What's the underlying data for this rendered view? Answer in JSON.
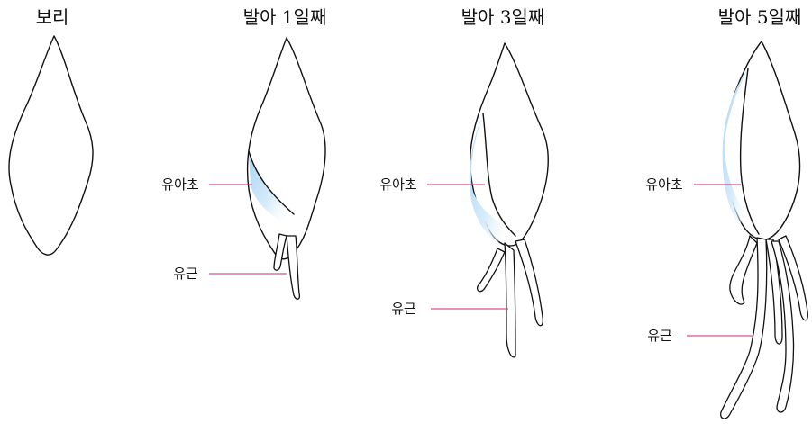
{
  "panels": [
    {
      "title": "보리"
    },
    {
      "title": "발아 1일째"
    },
    {
      "title": "발아 3일째"
    },
    {
      "title": "발아 5일째"
    }
  ],
  "labels": {
    "coleoptile": "유아초",
    "radicle": "유근"
  },
  "colors": {
    "leader_line": "#d4267e",
    "coleoptile_fill": "#bfe0f5",
    "outline": "#111111"
  }
}
